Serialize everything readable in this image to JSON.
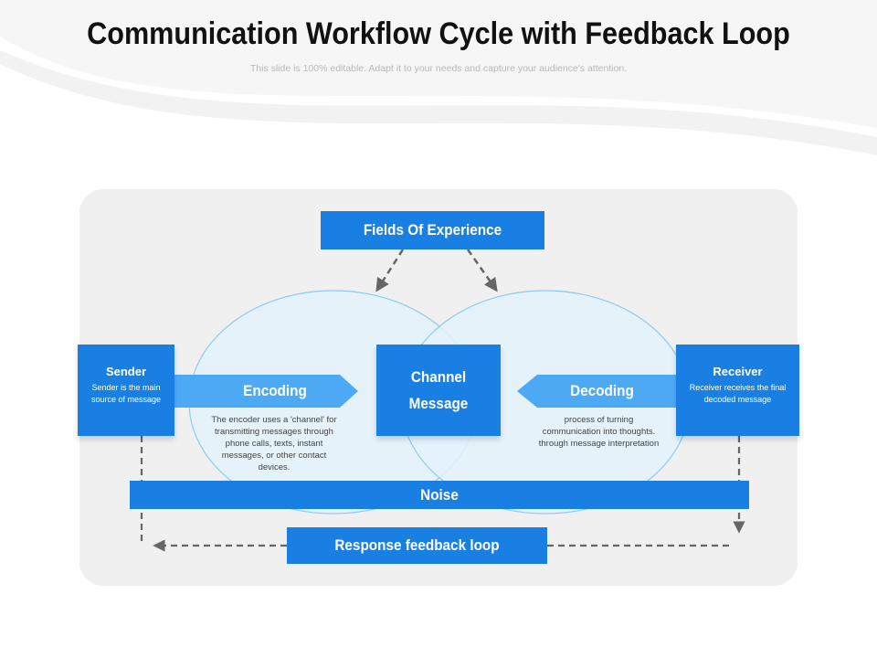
{
  "header": {
    "title": "Communication Workflow Cycle with Feedback Loop",
    "subtitle": "This slide is 100% editable. Adapt it to your needs and capture your audience's attention."
  },
  "diagram": {
    "fields_of_experience": "Fields Of Experience",
    "sender": {
      "title": "Sender",
      "description": "Sender is the main source of message"
    },
    "receiver": {
      "title": "Receiver",
      "description": "Receiver receives the final decoded message"
    },
    "channel": {
      "line1": "Channel",
      "line2": "Message"
    },
    "encoding": {
      "label": "Encoding",
      "description": "The encoder uses a 'channel' for transmitting messages through phone calls, texts, instant messages, or other contact devices."
    },
    "decoding": {
      "label": "Decoding",
      "description": "process of turning communication into thoughts. through message interpretation"
    },
    "noise": "Noise",
    "feedback": "Response feedback loop"
  },
  "colors": {
    "primary_blue": "#1a7fe3",
    "arrow_blue": "#4ea9f5",
    "circle_fill": "#e3f2fb",
    "circle_stroke": "#8ccbf0",
    "panel_bg": "#f0f0f0",
    "dash_gray": "#666666"
  }
}
